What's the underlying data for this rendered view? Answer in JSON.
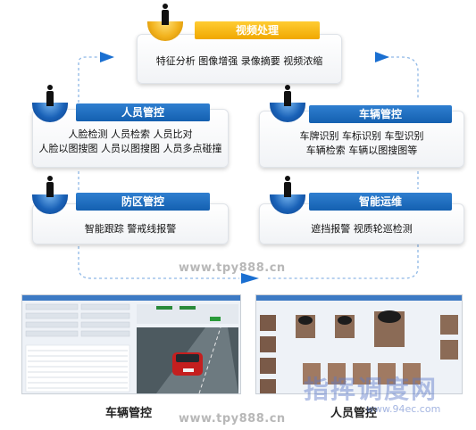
{
  "video": {
    "title": "视频处理",
    "line1": "特征分析  图像增强  录像摘要  视频浓缩"
  },
  "person": {
    "title": "人员管控",
    "line1": "人脸检测  人员检索  人员比对",
    "line2": "人脸以图搜图  人员以图搜图  人员多点碰撞"
  },
  "vehicle": {
    "title": "车辆管控",
    "line1": "车牌识别  车标识别  车型识别",
    "line2": "车辆检索  车辆以图搜图等"
  },
  "area": {
    "title": "防区管控",
    "line1": "智能跟踪  警戒线报警"
  },
  "ops": {
    "title": "智能运维",
    "line1": "遮挡报警  视质轮巡检测"
  },
  "watermark1": "www.tpy888.cn",
  "watermark2": "www.tpy888.cn",
  "captions": {
    "left": "车辆管控",
    "right": "人员管控"
  },
  "site_mark": {
    "big": "指挥调度网",
    "small": "www.94ec.com"
  },
  "colors": {
    "blue": "#1a66b8",
    "yellow": "#f5b400",
    "arrow": "#1a6fd1"
  }
}
